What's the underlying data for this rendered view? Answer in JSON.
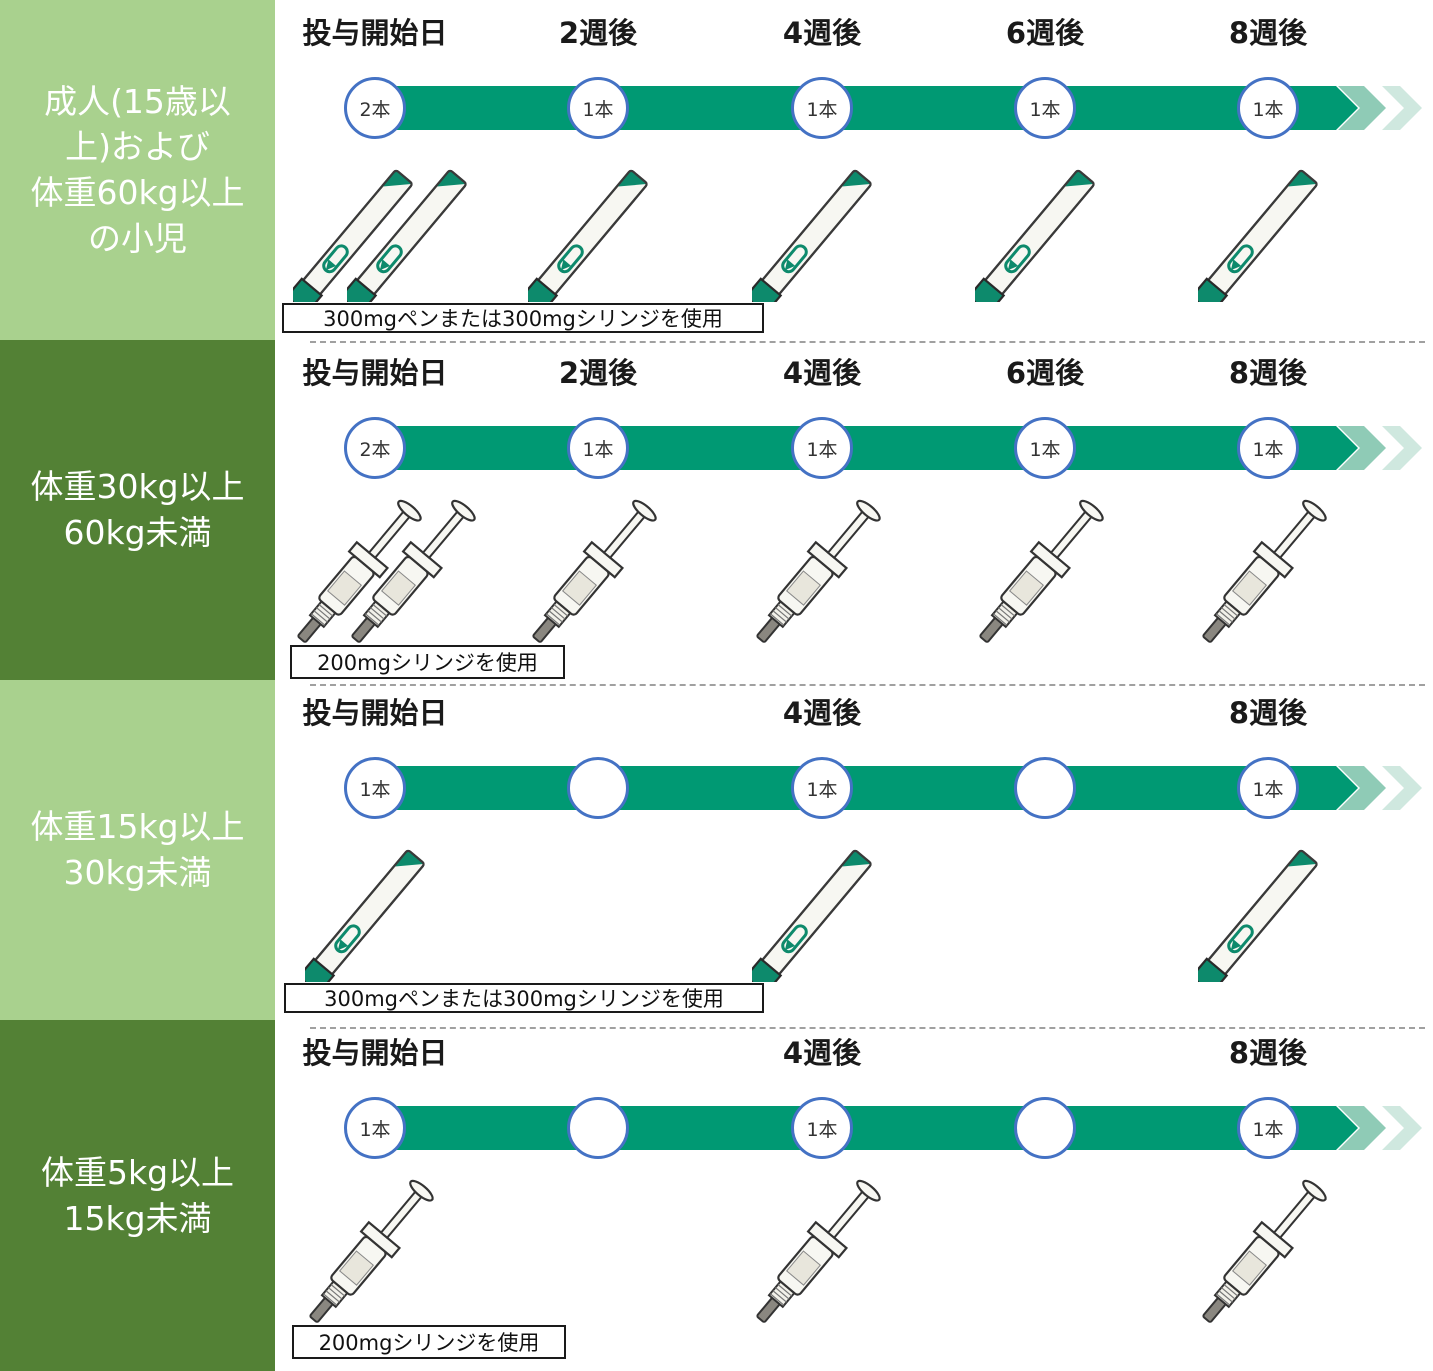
{
  "colors": {
    "light_green": "#a9d18e",
    "dark_green": "#538135",
    "bar": "#009973",
    "circle_border": "#4472c4"
  },
  "rows": [
    {
      "label_lines": [
        "成人(15歳以",
        "上)および",
        "体重60kg以上",
        "の小児"
      ],
      "headers": [
        "投与開始日",
        "2週後",
        "4週後",
        "6週後",
        "8週後"
      ],
      "circles": [
        "2本",
        "1本",
        "1本",
        "1本",
        "1本"
      ],
      "device": "pen-icon",
      "caption": "300mgペンまたは300mgシリンジを使用"
    },
    {
      "label_lines": [
        "体重30kg以上",
        "60kg未満"
      ],
      "headers": [
        "投与開始日",
        "2週後",
        "4週後",
        "6週後",
        "8週後"
      ],
      "circles": [
        "2本",
        "1本",
        "1本",
        "1本",
        "1本"
      ],
      "device": "syringe-icon",
      "caption": "200mgシリンジを使用"
    },
    {
      "label_lines": [
        "体重15kg以上",
        "30kg未満"
      ],
      "headers": [
        "投与開始日",
        "",
        "4週後",
        "",
        "8週後"
      ],
      "circles": [
        "1本",
        "",
        "1本",
        "",
        "1本"
      ],
      "device": "pen-icon",
      "caption": "300mgペンまたは300mgシリンジを使用"
    },
    {
      "label_lines": [
        "体重5kg以上",
        "15kg未満"
      ],
      "headers": [
        "投与開始日",
        "",
        "4週後",
        "",
        "8週後"
      ],
      "circles": [
        "1本",
        "",
        "1本",
        "",
        "1本"
      ],
      "device": "syringe-icon",
      "caption": "200mgシリンジを使用"
    }
  ]
}
